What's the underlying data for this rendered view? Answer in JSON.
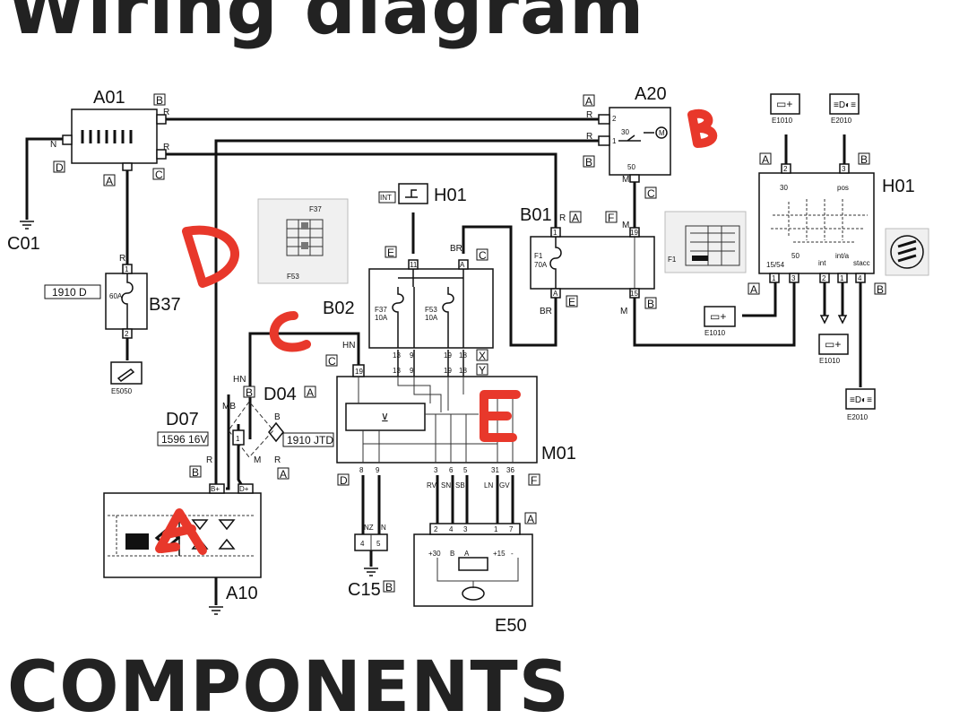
{
  "title": "Wiring diagram",
  "footer": "COMPONENTS",
  "annotations": {
    "A": "A",
    "B": "B",
    "C": "C",
    "D": "D",
    "E": "E",
    "color": "#e8382b"
  },
  "components": {
    "A01": "A01",
    "A20": "A20",
    "H01": "H01",
    "H01b": "H01",
    "B01": "B01",
    "B02": "B02",
    "B37": "B37",
    "D04": "D04",
    "D07": "D07",
    "M01": "M01",
    "A10": "A10",
    "C15": "C15",
    "E50": "E50",
    "C01": "C01",
    "E5050": "E5050",
    "E1010a": "E1010",
    "E1010b": "E1010",
    "E1010c": "E1010",
    "E2010a": "E2010",
    "E2010b": "E2010",
    "INT": "INT"
  },
  "variants": {
    "b37": "1910 D",
    "d07": "1596 16V",
    "d04": "1910 JTD"
  },
  "fuses": {
    "b37": "60A",
    "b01": "F1",
    "b01a": "70A",
    "f37": "F37",
    "f37a": "10A",
    "f53": "F53",
    "f53a": "10A",
    "ins1": "F37",
    "ins2": "F53",
    "ins3": "F1"
  },
  "tags": {
    "a01b": "B",
    "a01d": "D",
    "a01a": "A",
    "a01c": "C",
    "a20a": "A",
    "a20b": "B",
    "a20c": "C",
    "b02e": "E",
    "b02c": "C",
    "b02x": "X",
    "b02y": "Y",
    "b02cc": "C",
    "b01a": "A",
    "b01f": "F",
    "b01e": "E",
    "b01b": "B",
    "h01a": "A",
    "h01b": "B",
    "h01a2": "A",
    "h01b2": "B",
    "d04b": "B",
    "d04a": "A",
    "d04a2": "A",
    "d07b": "B",
    "m01d": "D",
    "m01f": "F",
    "e50a": "A",
    "c15b": "B"
  },
  "pins": {
    "a20_2": "2",
    "a20_30": "30",
    "a20_1": "1",
    "a20_50": "50",
    "h01_2": "2",
    "h01_3": "3",
    "h01_30": "30",
    "h01_pos": "pos",
    "h01_1554": "15/54",
    "h01_50": "50",
    "h01_int": "int",
    "h01_inta": "int/a",
    "h01_stacc": "stacc",
    "h01_p1": "1",
    "h01_p3": "3",
    "h01_p2": "2",
    "h01_p1b": "1",
    "h01_p4": "4",
    "b37_1": "1",
    "b37_2": "2",
    "b02_11": "11",
    "b02_a": "A",
    "b02_13": "13",
    "b02_9": "9",
    "b02_19": "19",
    "b02_18": "18",
    "b02_13b": "13",
    "b02_9b": "9",
    "b02_19b": "19",
    "b02_18b": "18",
    "b01_1": "1",
    "b01_19": "19",
    "b01_15": "15",
    "b01_a": "A",
    "m01_19": "19",
    "m01_8": "8",
    "m01_9": "9",
    "m01_3": "3",
    "m01_6": "6",
    "m01_5": "5",
    "m01_31": "31",
    "m01_36": "36",
    "c15_4": "4",
    "c15_5": "5",
    "e50_2": "2",
    "e50_4": "4",
    "e50_3": "3",
    "e50_1": "1",
    "e50_7": "7",
    "e50_30": "+30",
    "e50_b": "B",
    "e50_aa": "A",
    "e50_15": "+15",
    "e50_m": "-",
    "d07_1": "1",
    "a10_bp": "B+",
    "a10_dp": "D+"
  },
  "wires": {
    "n": "N",
    "r1": "R",
    "r2": "R",
    "r3": "R",
    "r4": "R",
    "r5": "R",
    "r6": "R",
    "r7": "R",
    "r8": "R",
    "m1": "M",
    "m2": "M",
    "m3": "M",
    "m4": "M",
    "hn1": "HN",
    "hn2": "HN",
    "br1": "BR",
    "br2": "BR",
    "mb": "MB",
    "b": "B",
    "nz": "NZ",
    "nn": "N",
    "rv": "RV",
    "sn": "SN",
    "sb": "SB",
    "ln": "LN",
    "gv": "GV"
  }
}
